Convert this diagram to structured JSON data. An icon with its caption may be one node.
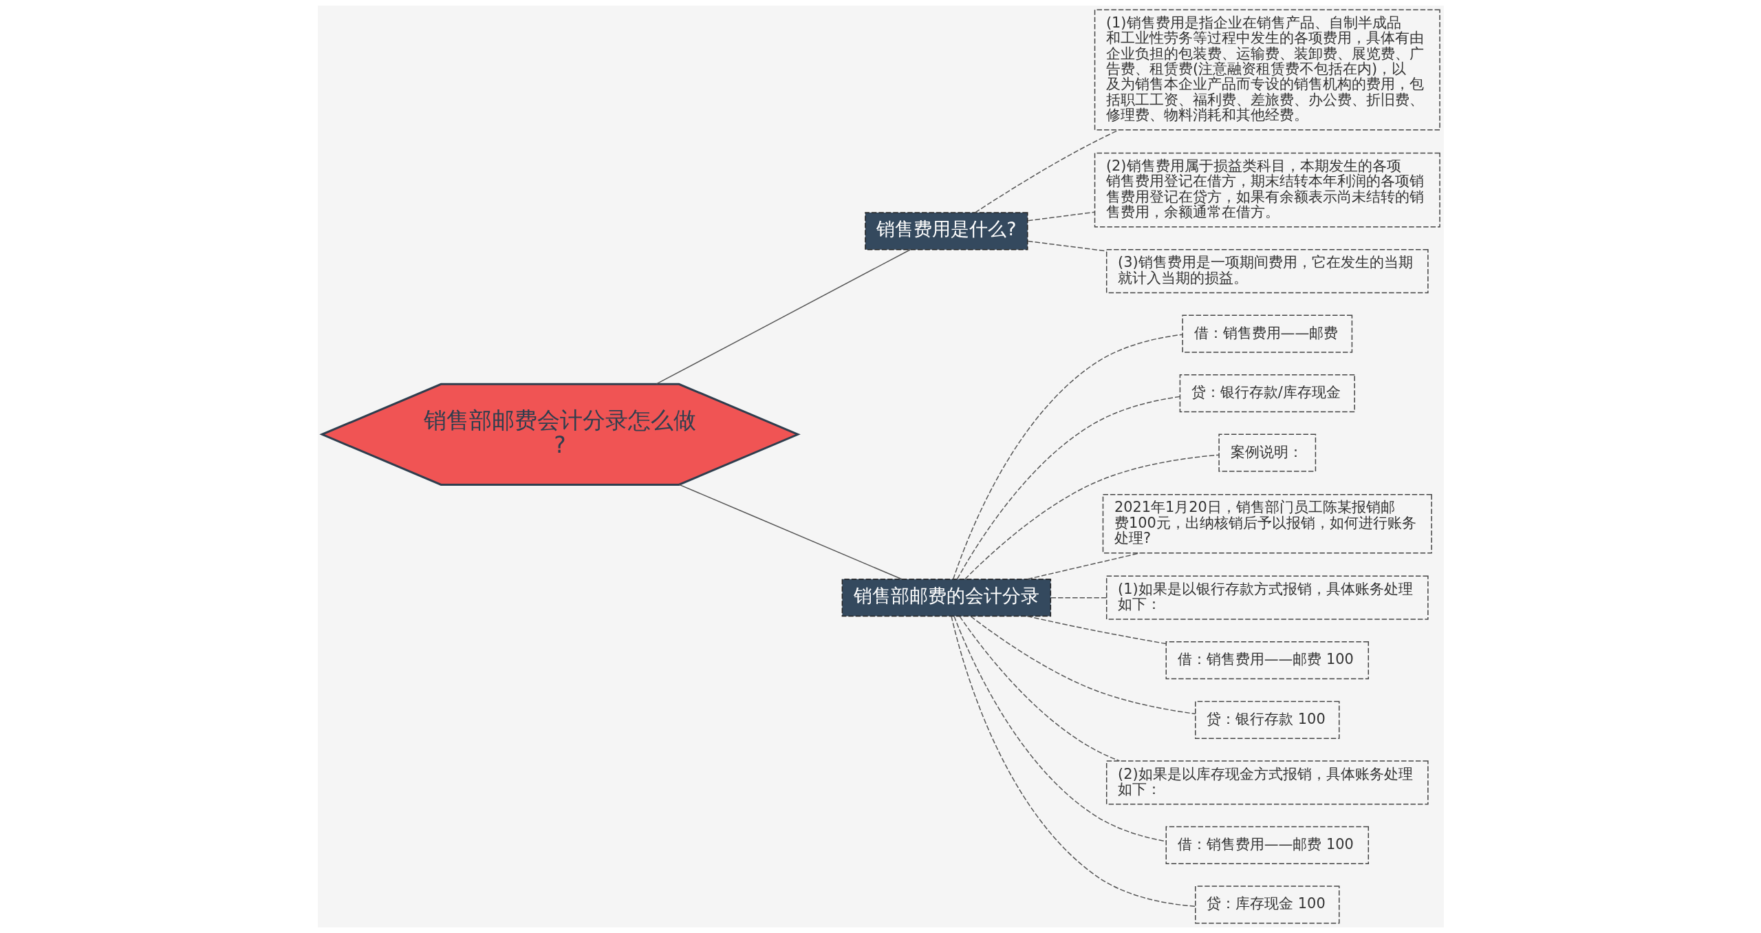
{
  "diagram": {
    "nodes": [
      {
        "text": [
          "销售部邮费会计分录怎么做?"
        ]
      },
      {
        "text": [
          "销售费用是什么?"
        ]
      },
      {
        "text": [
          "(1)销售费用是指企业在销售产品、自制半成品和工业性劳务等过程中发生的各项费用，具体有由企业负担的包装费、运输费、装卸费、展览费、广告费、租赁费(注意融资租赁费不包括在内)，以及为销售本企业产品而专设的销售机构的费用，包括职工工资、福利费、差旅费、办公费、折旧费、修理费、物料消耗和其他经费。"
        ]
      },
      {
        "text": [
          "(2)销售费用属于损益类科目，本期发生的各项销售费用登记在借方，期末结转本年利润的各项销售费用登记在贷方，如果有余额表示尚未结转的销售费用，余额通常在借方。"
        ]
      },
      {
        "text": [
          "(3)销售费用是一项期间费用，它在发生的当期就计入当期的损益。"
        ]
      },
      {
        "text": [
          "销售部邮费的会计分录"
        ]
      },
      {
        "text": [
          "借：销售费用——邮费"
        ]
      },
      {
        "text": [
          "贷：银行存款/库存现金"
        ]
      },
      {
        "text": [
          "案例说明："
        ]
      },
      {
        "text": [
          "2021年1月20日，销售部门员工陈某报销邮费100元，出纳核销后予以报销，如何进行账务处理?"
        ]
      },
      {
        "text": [
          "(1)如果是以银行存款方式报销，具体账务处理如下："
        ]
      },
      {
        "text": [
          "借：销售费用——邮费 100"
        ]
      },
      {
        "text": [
          "贷：银行存款 100"
        ]
      },
      {
        "text": [
          "(2)如果是以库存现金方式报销，具体账务处理如下："
        ]
      },
      {
        "text": [
          "借：销售费用——邮费 100"
        ]
      },
      {
        "text": [
          "贷：库存现金 100"
        ]
      }
    ],
    "edges": [
      {
        "from": 0,
        "to": 1,
        "arrow": "none"
      },
      {
        "from": 1,
        "to": 2,
        "arrow": "none",
        "style": "dashed"
      },
      {
        "from": 1,
        "to": 3,
        "arrow": "none",
        "style": "dashed"
      },
      {
        "from": 1,
        "to": 4,
        "arrow": "none",
        "style": "dashed"
      },
      {
        "from": 0,
        "to": 5,
        "arrow": "none"
      },
      {
        "from": 5,
        "to": 6,
        "arrow": "none",
        "style": "dashed"
      },
      {
        "from": 5,
        "to": 7,
        "arrow": "none",
        "style": "dashed"
      },
      {
        "from": 5,
        "to": 8,
        "arrow": "none",
        "style": "dashed"
      },
      {
        "from": 5,
        "to": 9,
        "arrow": "none",
        "style": "dashed"
      },
      {
        "from": 5,
        "to": 10,
        "arrow": "none",
        "style": "dashed"
      },
      {
        "from": 5,
        "to": 11,
        "arrow": "none",
        "style": "dashed"
      },
      {
        "from": 5,
        "to": 12,
        "arrow": "none",
        "style": "dashed"
      },
      {
        "from": 5,
        "to": 13,
        "arrow": "none",
        "style": "dashed"
      },
      {
        "from": 5,
        "to": 14,
        "arrow": "none",
        "style": "dashed"
      },
      {
        "from": 5,
        "to": 15,
        "arrow": "none",
        "style": "dashed"
      }
    ]
  }
}
